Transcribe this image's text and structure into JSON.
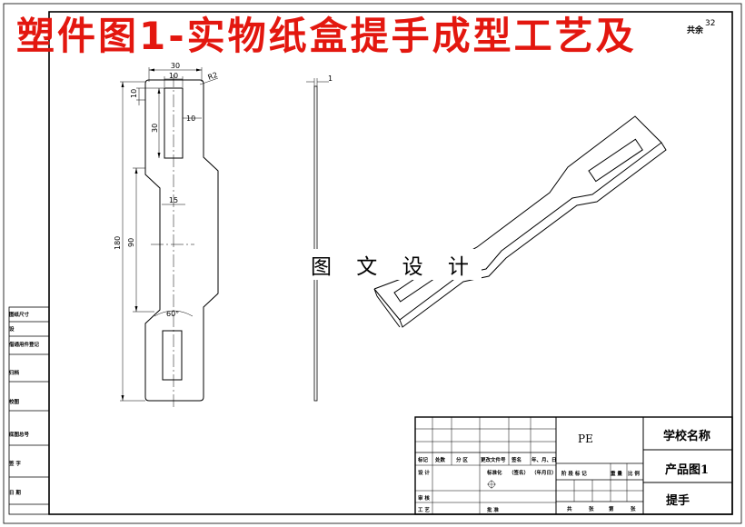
{
  "banner": {
    "text": "塑件图1-实物纸盒提手成型工艺及"
  },
  "corner": {
    "label": "共余",
    "sup": "32"
  },
  "watermark": "图 文 设 计",
  "dimensions": {
    "d30": "30",
    "d10a": "10",
    "r2": "R2",
    "d10b": "10",
    "d10c": "10",
    "d30v": "30",
    "d15": "15",
    "d180": "180",
    "d90": "90",
    "d60": "60°",
    "t1": "1"
  },
  "side_labels": [
    "图纸尺寸",
    "设",
    "借通用件登记",
    "归档",
    "校图",
    "底图总号",
    "签 字",
    "日 期"
  ],
  "title_block": {
    "material": "PE",
    "school": "学校名称",
    "product": "产品图1",
    "part": "提手",
    "rev_headers": [
      "标记",
      "处数",
      "分 区",
      "更改文件号",
      "签名",
      "年、月、日"
    ],
    "row_design": [
      "设 计",
      "标准化",
      "（签名）",
      "（年月日）"
    ],
    "row_review": "审 核",
    "row_process": "工 艺",
    "row_approve": "批 准",
    "stage_headers": [
      "阶 段 标 记",
      "重 量",
      "比 例"
    ],
    "sheet_row": [
      "共",
      "张",
      "第",
      "张"
    ]
  }
}
